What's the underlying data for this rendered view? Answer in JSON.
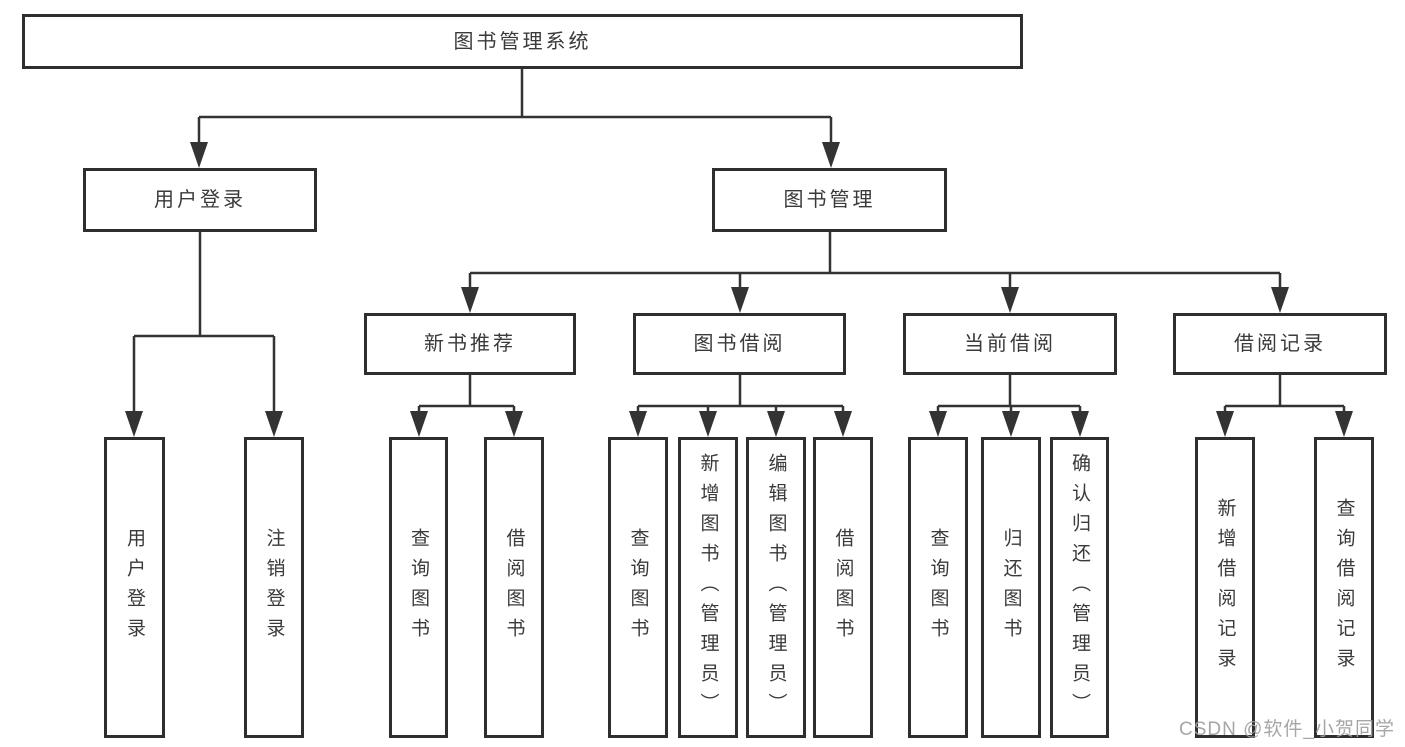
{
  "nodes": {
    "root": "图书管理系统",
    "user_login": "用户登录",
    "book_mgmt": "图书管理",
    "new_rec": "新书推荐",
    "borrow": "图书借阅",
    "current": "当前借阅",
    "record": "借阅记录",
    "ul_login": "用户登录",
    "ul_logout": "注销登录",
    "nr_query": "查询图书",
    "nr_borrow": "借阅图书",
    "bb_query": "查询图书",
    "bb_add": "新增图书（管理员）",
    "bb_edit": "编辑图书（管理员）",
    "bb_borrow": "借阅图书",
    "cb_query": "查询图书",
    "cb_return": "归还图书",
    "cb_confirm": "确认归还（管理员）",
    "br_add": "新增借阅记录",
    "br_query": "查询借阅记录"
  },
  "tree": {
    "label": "图书管理系统",
    "children": [
      {
        "label": "用户登录",
        "children": [
          {
            "label": "用户登录"
          },
          {
            "label": "注销登录"
          }
        ]
      },
      {
        "label": "图书管理",
        "children": [
          {
            "label": "新书推荐",
            "children": [
              {
                "label": "查询图书"
              },
              {
                "label": "借阅图书"
              }
            ]
          },
          {
            "label": "图书借阅",
            "children": [
              {
                "label": "查询图书"
              },
              {
                "label": "新增图书（管理员）"
              },
              {
                "label": "编辑图书（管理员）"
              },
              {
                "label": "借阅图书"
              }
            ]
          },
          {
            "label": "当前借阅",
            "children": [
              {
                "label": "查询图书"
              },
              {
                "label": "归还图书"
              },
              {
                "label": "确认归还（管理员）"
              }
            ]
          },
          {
            "label": "借阅记录",
            "children": [
              {
                "label": "新增借阅记录"
              },
              {
                "label": "查询借阅记录"
              }
            ]
          }
        ]
      }
    ]
  },
  "colors": {
    "line": "#333333",
    "box_border": "#2e2e2e",
    "text": "#3a3a3a",
    "watermark": "#9e9e9e",
    "background": "#ffffff"
  },
  "watermark": "CSDN @软件_小贺同学"
}
